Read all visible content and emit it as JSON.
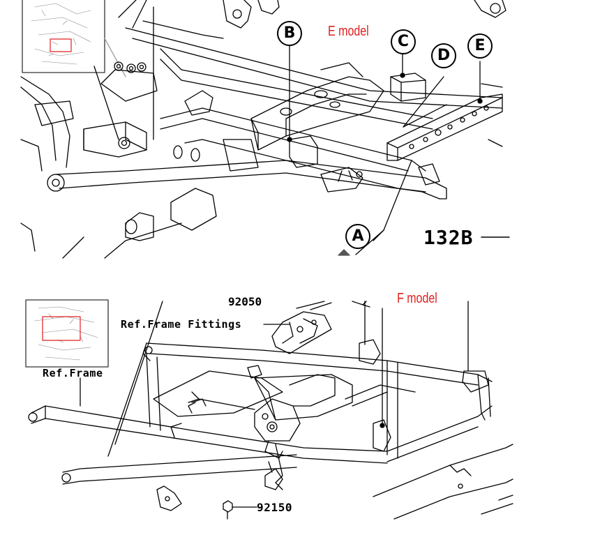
{
  "panel_e": {
    "model_label": "E model",
    "callouts": [
      "A",
      "B",
      "C",
      "D",
      "E"
    ],
    "part_number": "132B"
  },
  "panel_f": {
    "model_label": "F model",
    "ref_frame_fittings": "Ref.Frame Fittings",
    "ref_frame": "Ref.Frame",
    "part_number": "92150",
    "partial_top_number": "92050"
  },
  "colors": {
    "line": "#000000",
    "model_tag": "#e02020",
    "thumb_highlight": "#e02020"
  }
}
